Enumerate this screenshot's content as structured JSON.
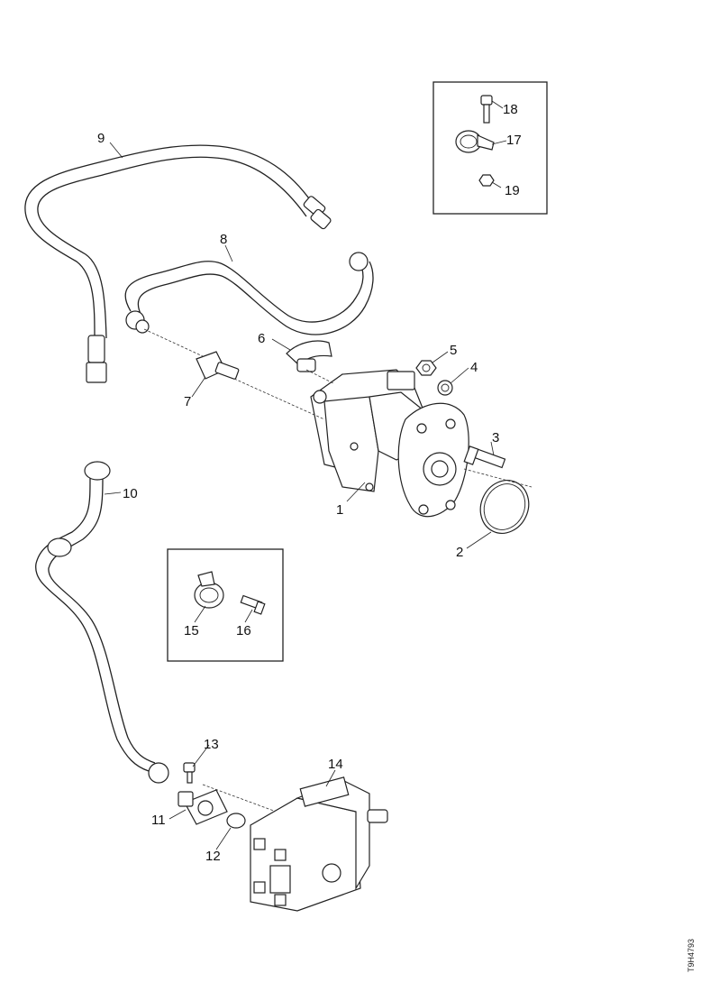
{
  "callouts": {
    "c1": "1",
    "c2": "2",
    "c3": "3",
    "c4": "4",
    "c5": "5",
    "c6": "6",
    "c7": "7",
    "c8": "8",
    "c9": "9",
    "c10": "10",
    "c11": "11",
    "c12": "12",
    "c13": "13",
    "c14": "14",
    "c15": "15",
    "c16": "16",
    "c17": "17",
    "c18": "18",
    "c19": "19"
  },
  "reference_code": "T9H4793",
  "colors": {
    "ink": "#222222",
    "background": "#ffffff"
  }
}
